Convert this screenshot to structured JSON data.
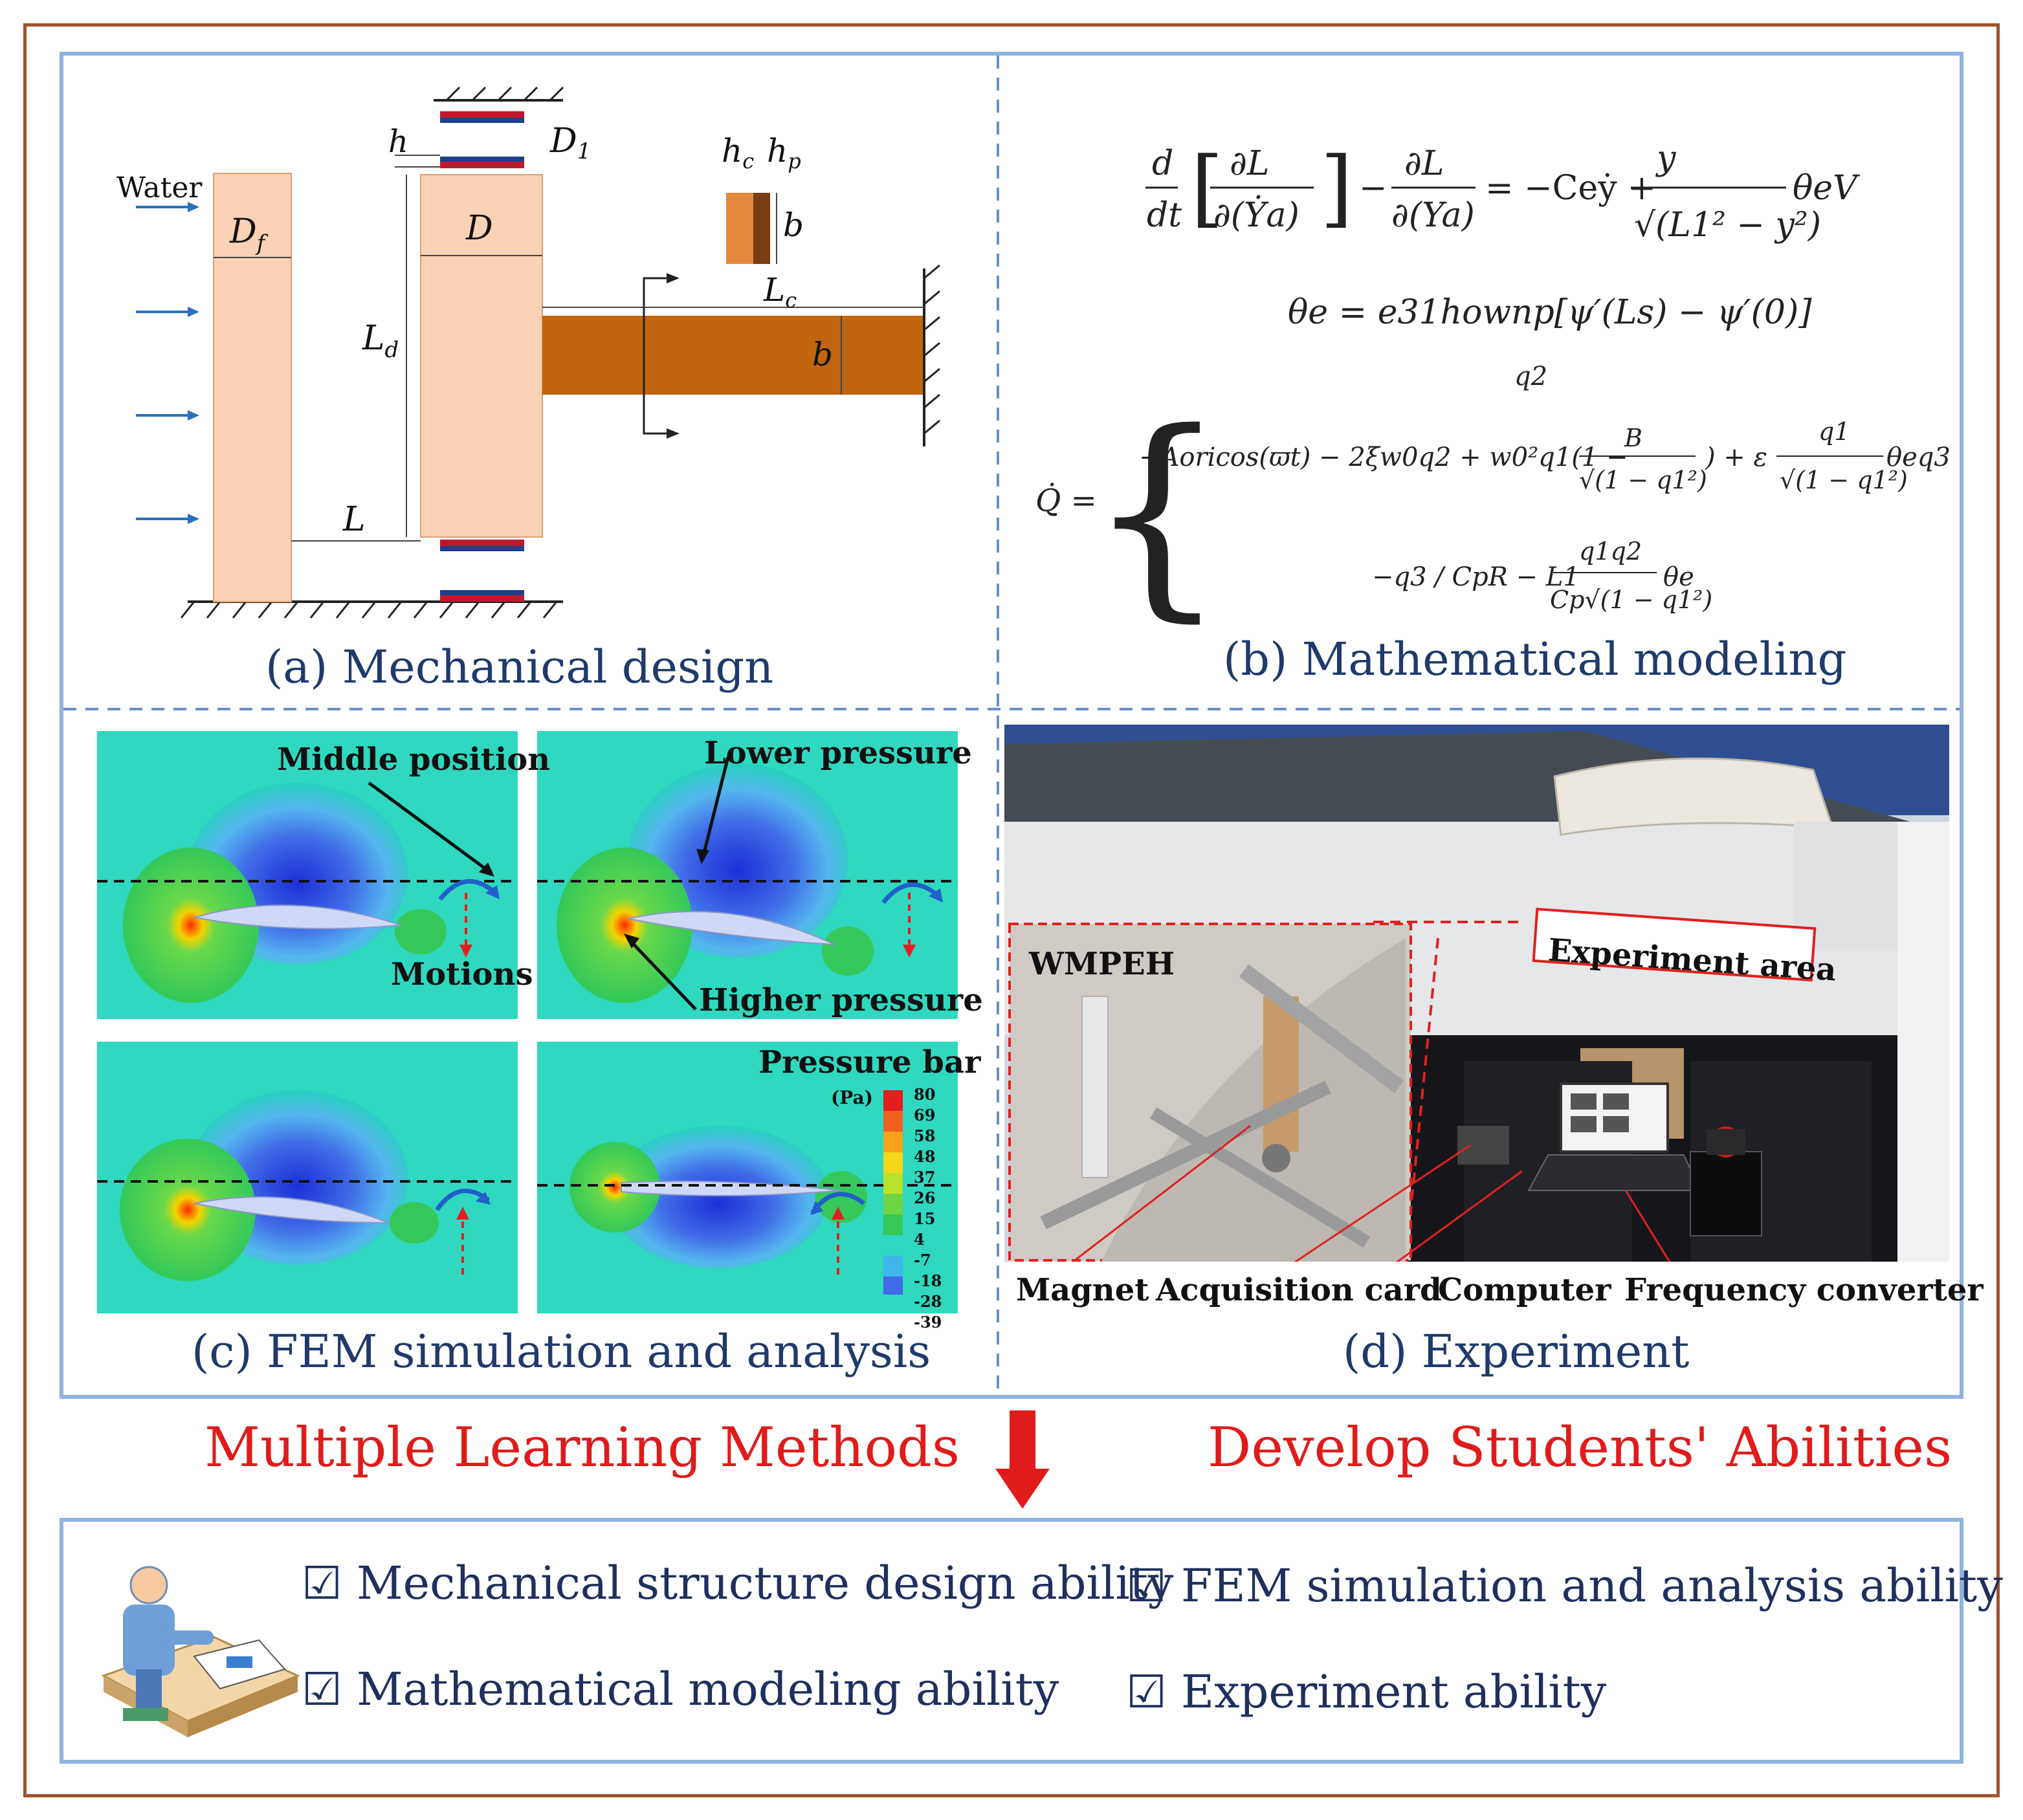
{
  "panels": {
    "a": {
      "caption": "(a) Mechanical design",
      "labels": {
        "water": "Water",
        "df": "D",
        "df_sub": "f",
        "d": "D",
        "h": "h",
        "d1": "D",
        "d1_sub": "1",
        "ld": "L",
        "ld_sub": "d",
        "l": "L",
        "hc": "h",
        "hc_sub": "c",
        "hp": "h",
        "hp_sub": "p",
        "b_small": "b",
        "lc": "L",
        "lc_sub": "c",
        "b_beam": "b"
      }
    },
    "b": {
      "caption": "(b) Mathematical modeling"
    },
    "c": {
      "caption": "(c) FEM simulation and analysis",
      "labels": {
        "middle": "Middle position",
        "lower": "Lower pressure",
        "motions": "Motions",
        "higher": "Higher pressure",
        "pbar": "Pressure bar",
        "unit": "(Pa)"
      },
      "scale": [
        "80",
        "69",
        "58",
        "48",
        "37",
        "26",
        "15",
        "4",
        "-7",
        "-18",
        "-28",
        "-39"
      ]
    },
    "d": {
      "caption": "(d) Experiment",
      "labels": {
        "wmpeh": "WMPEH",
        "area": "Experiment area",
        "magnet": "Magnet",
        "card": "Acquisition card",
        "computer": "Computer",
        "converter": "Frequency converter"
      }
    }
  },
  "methods": "Multiple Learning Methods",
  "abilities_heading": "Develop Students' Abilities",
  "abilities": [
    "☑ Mechanical structure design ability",
    "☑ FEM simulation and analysis ability",
    "☑ Mathematical modeling ability",
    "☑ Experiment ability"
  ],
  "colors": {
    "frame": "#a0522d",
    "box_border": "#8fb3dd",
    "caption": "#1f3a6b",
    "accent_red": "#e01b1b",
    "beam": "#c2650f",
    "cylinder": "#fbd2b4"
  }
}
